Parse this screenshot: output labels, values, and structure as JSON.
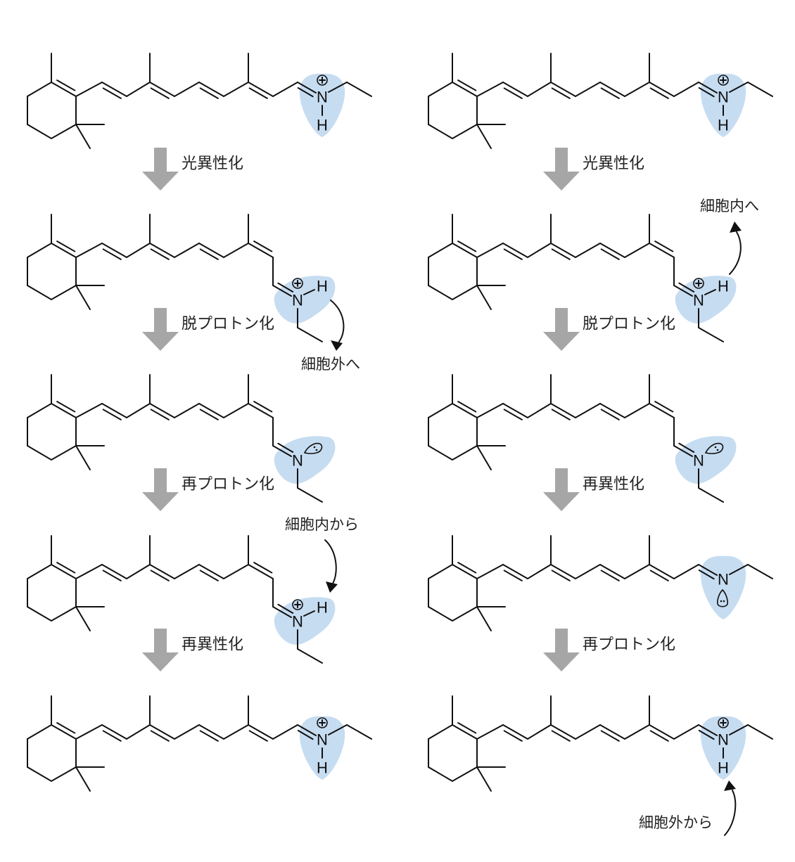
{
  "atoms": {
    "nitrogen": "N",
    "hydrogen": "H",
    "plus": "+"
  },
  "left_column": {
    "steps": [
      "光異性化",
      "脱プロトン化",
      "再プロトン化",
      "再異性化"
    ],
    "notes": {
      "to_extracellular": "細胞外へ",
      "from_intracellular": "細胞内から"
    }
  },
  "right_column": {
    "steps": [
      "光異性化",
      "脱プロトン化",
      "再異性化",
      "再プロトン化"
    ],
    "notes": {
      "to_intracellular": "細胞内へ",
      "from_extracellular": "細胞外から"
    }
  },
  "colors": {
    "highlight": "#c6dcf1",
    "arrow": "#a6a6a6",
    "line": "#111111"
  }
}
